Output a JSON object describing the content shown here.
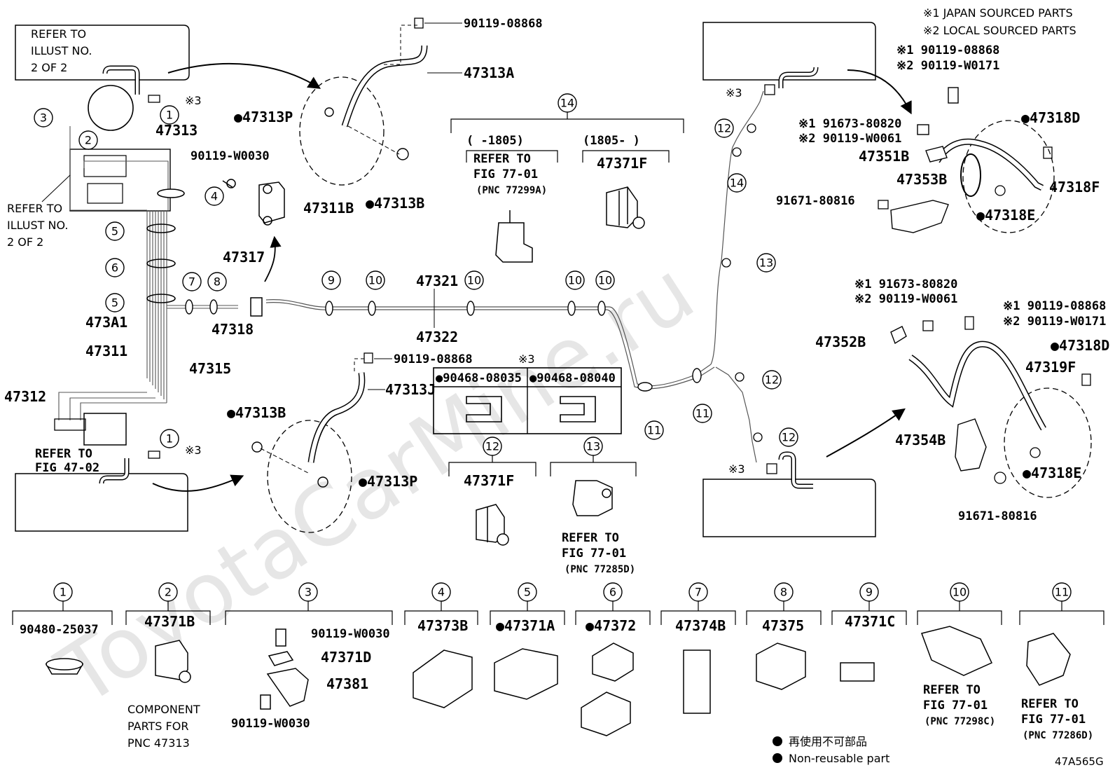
{
  "watermark": "ToyotaCarMine.ru",
  "legend": {
    "jp": "※1 JAPAN SOURCED PARTS",
    "local": "※2 LOCAL SOURCED PARTS",
    "non_reusable_jp": "再使用不可部品",
    "non_reusable_en": "Non-reusable part"
  },
  "figure_code": "47A565G",
  "refer_boxes": {
    "top_left": [
      "REFER TO",
      "ILLUST NO.",
      "2 OF 2"
    ],
    "left_mid": [
      "REFER TO",
      "ILLUST NO.",
      "2 OF 2"
    ],
    "fig_47_02": [
      "REFER TO",
      "FIG 47-02"
    ],
    "item14_a": [
      "REFER TO",
      "FIG 77-01",
      "(PNC 77299A)"
    ],
    "item13": [
      "REFER TO",
      "FIG 77-01",
      "(PNC 77285D)"
    ],
    "item10": [
      "REFER TO",
      "FIG 77-01",
      "(PNC 77298C)"
    ],
    "item11": [
      "REFER TO",
      "FIG 77-01",
      "(PNC 77286D)"
    ],
    "component_parts": [
      "COMPONENT",
      "PARTS FOR",
      "PNC 47313"
    ]
  },
  "item14_ranges": {
    "before": "(      -1805)",
    "after": "(1805-      )"
  },
  "star3": "※3",
  "labels": {
    "p90119_08868_top": "90119-08868",
    "p47313A": "47313A",
    "p47313P_top": "●47313P",
    "p47313B_top": "●47313B",
    "p47313": "47313",
    "p90119_W0030": "90119-W0030",
    "p47311B": "47311B",
    "p47317": "47317",
    "p47318": "47318",
    "p473A1": "473A1",
    "p47311": "47311",
    "p47315": "47315",
    "p47312": "47312",
    "p47321": "47321",
    "p47322": "47322",
    "p47371F_top": "47371F",
    "p90119_08868_mid": "90119-08868",
    "p47313J": "47313J",
    "p47313B_bot": "●47313B",
    "p47313P_bot": "●47313P",
    "p90468_08035": "●90468-08035",
    "p90468_08040": "●90468-08040",
    "p47371F_mid": "47371F",
    "r1_90119_08868": "※1 90119-08868",
    "r2_90119_W0171": "※2 90119-W0171",
    "r1_91673_80820": "※1 91673-80820",
    "r2_90119_W0061": "※2 90119-W0061",
    "p47351B": "47351B",
    "p47353B": "47353B",
    "p91671_80816_top": "91671-80816",
    "p47318D_top": "●47318D",
    "p47318F": "47318F",
    "p47318E_top": "●47318E",
    "r1_91673_80820_b": "※1 91673-80820",
    "r2_90119_W0061_b": "※2 90119-W0061",
    "r1_90119_08868_b": "※1 90119-08868",
    "r2_90119_W0171_b": "※2 90119-W0171",
    "p47352B": "47352B",
    "p47318D_bot": "●47318D",
    "p47319F": "47319F",
    "p47354B": "47354B",
    "p47318E_bot": "●47318E",
    "p91671_80816_bot": "91671-80816"
  },
  "bottom_items": [
    {
      "num": "1",
      "part": "90480-25037"
    },
    {
      "num": "2",
      "part": "47371B"
    },
    {
      "num": "3",
      "part": "90119-W0030",
      "extra": [
        "47371D",
        "47381",
        "90119-W0030"
      ]
    },
    {
      "num": "4",
      "part": "47373B"
    },
    {
      "num": "5",
      "part": "●47371A"
    },
    {
      "num": "6",
      "part": "●47372"
    },
    {
      "num": "7",
      "part": "47374B"
    },
    {
      "num": "8",
      "part": "47375"
    },
    {
      "num": "9",
      "part": "47371C"
    },
    {
      "num": "10",
      "part": ""
    },
    {
      "num": "11",
      "part": ""
    }
  ],
  "callouts": [
    "1",
    "2",
    "3",
    "4",
    "5",
    "6",
    "7",
    "8",
    "9",
    "10",
    "11",
    "12",
    "13",
    "14"
  ]
}
